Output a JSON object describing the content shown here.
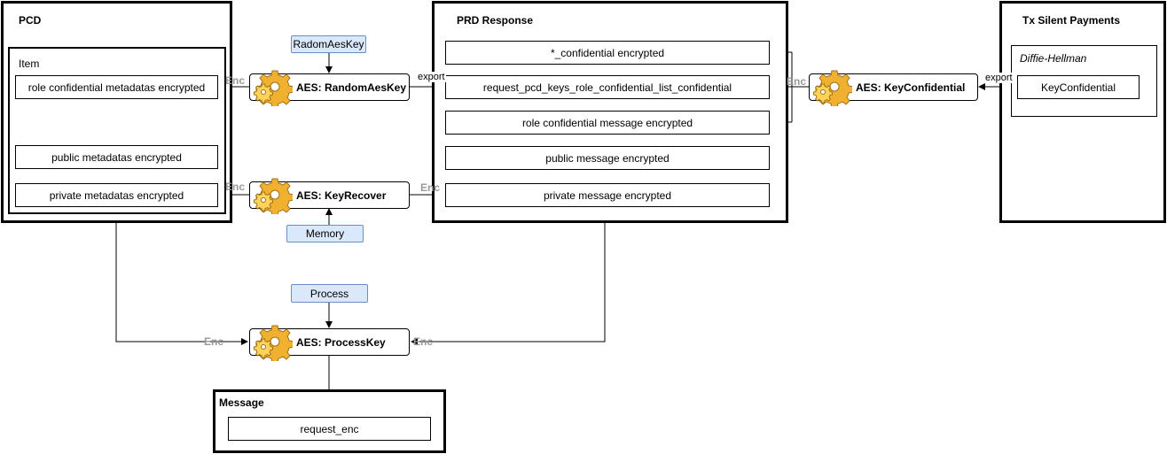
{
  "colors": {
    "tag_fill": "#dae8fc",
    "tag_stroke": "#6c8ebf",
    "enc_label": "#999999"
  },
  "groups": {
    "pcd": {
      "title": "PCD"
    },
    "prd": {
      "title": "PRD Response"
    },
    "tx": {
      "title": "Tx Silent Payments"
    },
    "message": {
      "title": "Message"
    }
  },
  "item_frame": {
    "title": "Item"
  },
  "dh_frame": {
    "title": "Diffie-Hellman"
  },
  "pcd_boxes": {
    "role_confidential": "role confidential metadatas encrypted",
    "public": "public metadatas encrypted",
    "private": "private metadatas encrypted"
  },
  "prd_boxes": {
    "confidential": "*_confidential encrypted",
    "request_keys": "request_pcd_keys_role_confidential_list_confidential",
    "role_message": "role confidential message encrypted",
    "public_message": "public message encrypted",
    "private_message": "private message encrypted"
  },
  "tx_boxes": {
    "key_confidential": "KeyConfidential"
  },
  "message_boxes": {
    "request_enc": "request_enc"
  },
  "aes_nodes": {
    "random": "AES: RandomAesKey",
    "recover": "AES: KeyRecover",
    "confidential": "AES: KeyConfidential",
    "process": "AES: ProcessKey"
  },
  "tags": {
    "random_key": "RadomAesKey",
    "memory": "Memory",
    "process": "Process"
  },
  "edge_labels": {
    "enc": "Enc",
    "export": "export"
  },
  "icons": {
    "gear": "gear-icon"
  }
}
